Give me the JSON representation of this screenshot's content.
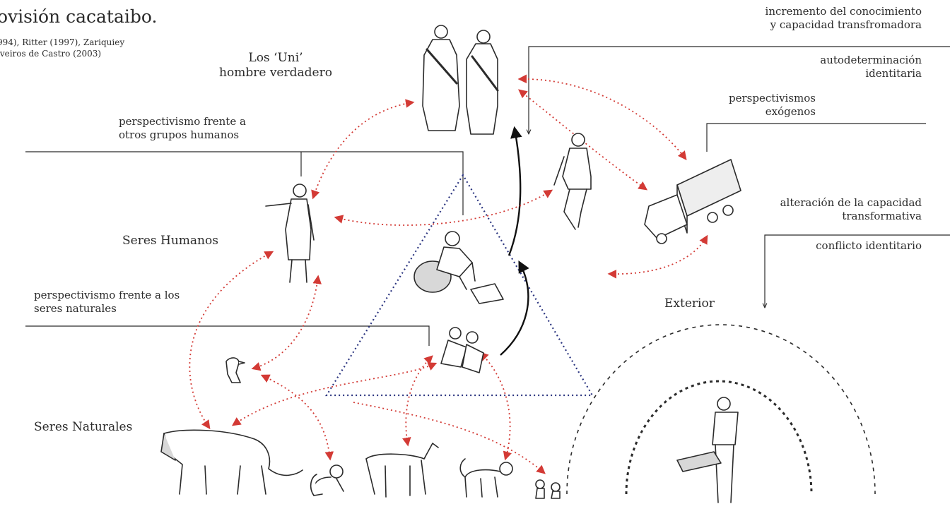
{
  "title": "ovisión cacataibo.",
  "references": [
    "994), Ritter (1997), Zariquiey",
    "iveiros de Castro (2003)"
  ],
  "labels": {
    "uni": [
      "Los ‘Uni’",
      "hombre verdadero"
    ],
    "seres_humanos": "Seres Humanos",
    "seres_naturales": "Seres Naturales",
    "exterior": "Exterior",
    "persp_humanos": [
      "perspectivismo frente a",
      "otros grupos humanos"
    ],
    "persp_naturales": [
      "perspectivismo frente a los",
      "seres naturales"
    ],
    "incremento": [
      "incremento del conocimiento",
      "y capacidad transfromadora"
    ],
    "autodeterminacion": [
      "autodeterminación",
      "identitaria"
    ],
    "perspectivismos_exogenos": [
      "perspectivismos",
      "exógenos"
    ],
    "alteracion": [
      "alteración de la capacidad",
      "transformativa"
    ],
    "conflicto": "conflicto identitario"
  },
  "figures": [
    "men-pair-icon",
    "man-pointing-icon",
    "woman-walking-icon",
    "truck-icon",
    "seated-craftsman-icon",
    "children-icon",
    "bird-icon",
    "jaguar-icon",
    "monkey-icon",
    "dog-icon",
    "cat-icon",
    "chicks-icon",
    "chainsaw-man-icon"
  ],
  "colors": {
    "ink": "#2b2b2b",
    "red_dots": "#d33a35",
    "blue_dots": "#2b3580",
    "fill_grey": "#d8d8d8"
  }
}
